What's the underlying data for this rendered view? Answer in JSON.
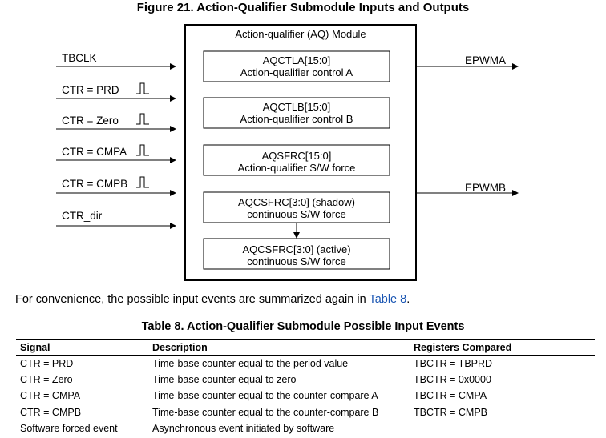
{
  "figure": {
    "title": "Figure 21. Action-Qualifier Submodule Inputs and Outputs",
    "module_label": "Action-qualifier (AQ) Module",
    "inputs": [
      "TBCLK",
      "CTR = PRD",
      "CTR = Zero",
      "CTR = CMPA",
      "CTR = CMPB",
      "CTR_dir"
    ],
    "outputs": [
      "EPWMA",
      "EPWMB"
    ],
    "registers": [
      {
        "name": "AQCTLA[15:0]",
        "desc": "Action-qualifier control A"
      },
      {
        "name": "AQCTLB[15:0]",
        "desc": "Action-qualifier control B"
      },
      {
        "name": "AQSFRC[15:0]",
        "desc": "Action-qualifier S/W force"
      },
      {
        "name": "AQCSFRC[3:0] (shadow)",
        "desc": "continuous S/W force"
      },
      {
        "name": "AQCSFRC[3:0] (active)",
        "desc": "continuous S/W force"
      }
    ]
  },
  "paragraph": {
    "before": "For convenience, the possible input events are summarized again in ",
    "link": "Table 8",
    "after": "."
  },
  "table": {
    "title": "Table 8. Action-Qualifier Submodule Possible Input Events",
    "headers": [
      "Signal",
      "Description",
      "Registers Compared"
    ],
    "rows": [
      [
        "CTR = PRD",
        "Time-base counter equal to the period value",
        "TBCTR = TBPRD"
      ],
      [
        "CTR = Zero",
        "Time-base counter equal to zero",
        "TBCTR = 0x0000"
      ],
      [
        "CTR = CMPA",
        "Time-base counter equal to the counter-compare A",
        "TBCTR = CMPA"
      ],
      [
        "CTR = CMPB",
        "Time-base counter equal to the counter-compare B",
        "TBCTR = CMPB"
      ],
      [
        "Software forced event",
        "Asynchronous event initiated by software",
        ""
      ]
    ]
  }
}
